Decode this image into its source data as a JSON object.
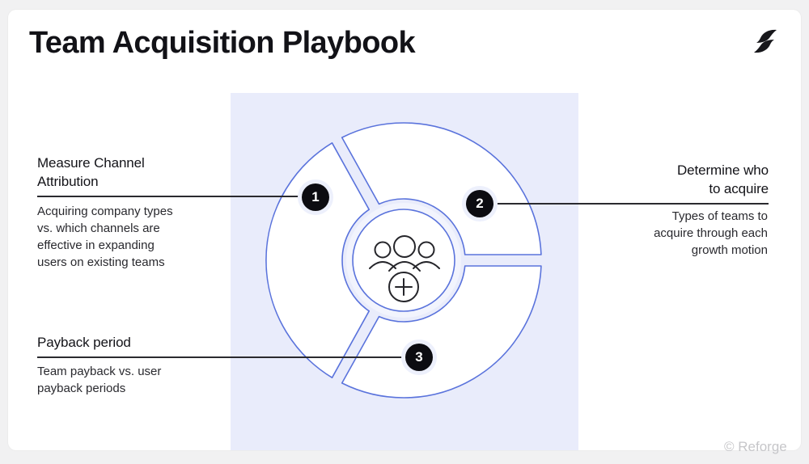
{
  "header": {
    "title": "Team Acquisition Playbook",
    "logo": "reforge-logo"
  },
  "callouts": [
    {
      "number": "1",
      "heading": "Measure Channel Attribution",
      "body": "Acquiring company types vs. which channels are effective in expanding users on existing teams"
    },
    {
      "number": "2",
      "heading": "Determine who to acquire",
      "body": "Types of teams to acquire through each growth motion"
    },
    {
      "number": "3",
      "heading": "Payback period",
      "body": "Team payback vs. user payback periods"
    }
  ],
  "diagram": {
    "segment_count": 3,
    "center_icon": "team-add-icon",
    "accent_blue": "#5a73dc",
    "panel_color": "#e9ecfb",
    "badge_color": "#0c0c11"
  },
  "footer": {
    "watermark": "© Reforge"
  }
}
